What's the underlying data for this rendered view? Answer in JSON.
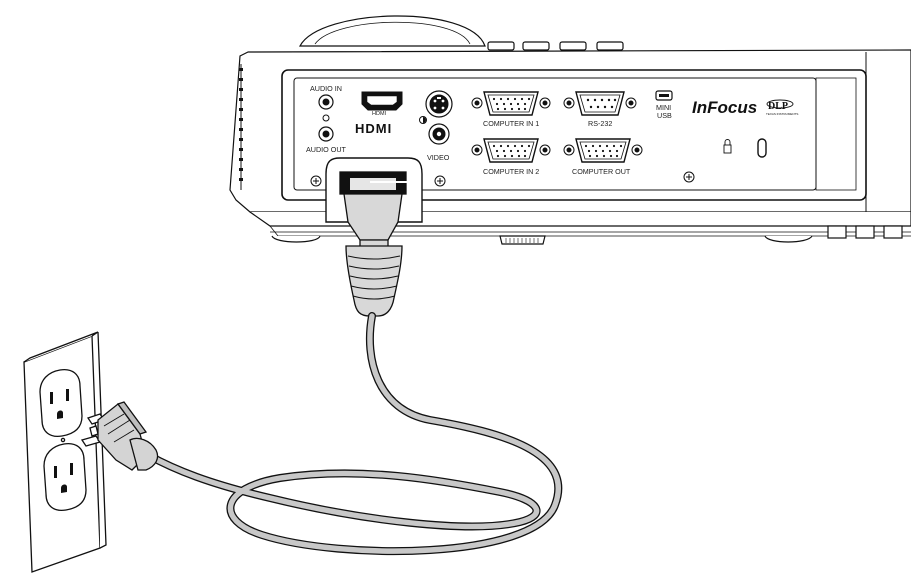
{
  "panel_labels": {
    "audio_in": "AUDIO IN",
    "audio_out": "AUDIO OUT",
    "hdmi": "HDMI",
    "video": "VIDEO",
    "computer_in_1": "COMPUTER IN 1",
    "computer_in_2": "COMPUTER IN 2",
    "rs232": "RS-232",
    "computer_out": "COMPUTER OUT",
    "mini": "MINI",
    "usb": "USB"
  },
  "logos": {
    "hdmi": "HDMI",
    "brand": "InFocus",
    "dlp": "DLP",
    "dlp_maker": "TEXAS INSTRUMENTS"
  },
  "colors": {
    "line": "#111111",
    "cable": "#c8c8c8",
    "plug": "#d4d4d4",
    "body": "#ffffff"
  }
}
